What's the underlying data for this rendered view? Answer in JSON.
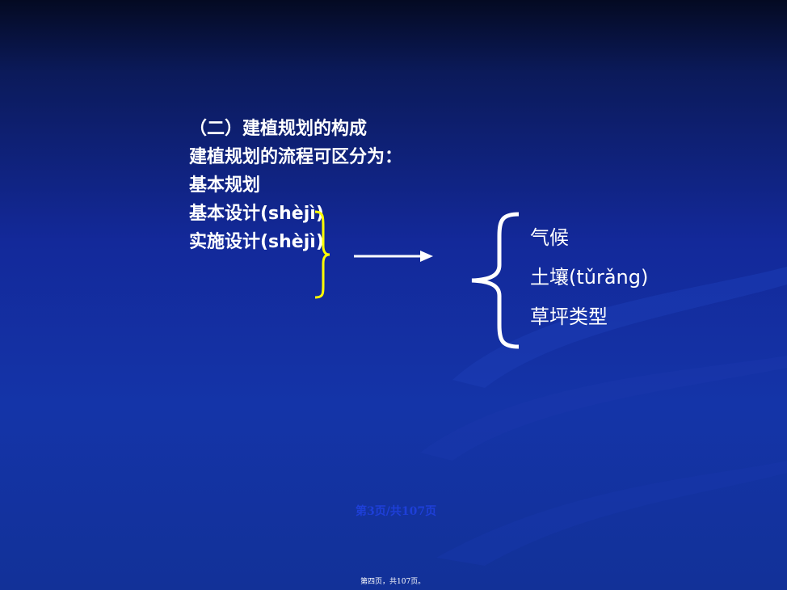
{
  "slide": {
    "left_lines": [
      "（二）建植规划的构成",
      "建植规划的流程可区分为：",
      "基本规划",
      "基本设计(shèjì)",
      "实施设计(shèjì)"
    ],
    "right_items": [
      "气候",
      "土壤(tǔrǎng)",
      "草坪类型"
    ],
    "page_indicator": "第3页/共107页",
    "footer_note": "第四页，共107页。"
  },
  "colors": {
    "background_top": "#040a22",
    "background_main": "#1434a8",
    "text": "#ffffff",
    "yellow_brace": "#ffff00",
    "page_indicator": "#1e3fd8"
  },
  "icons": {
    "left_brace": "yellow-right-brace",
    "arrow": "right-arrow",
    "right_brace": "white-left-brace"
  }
}
